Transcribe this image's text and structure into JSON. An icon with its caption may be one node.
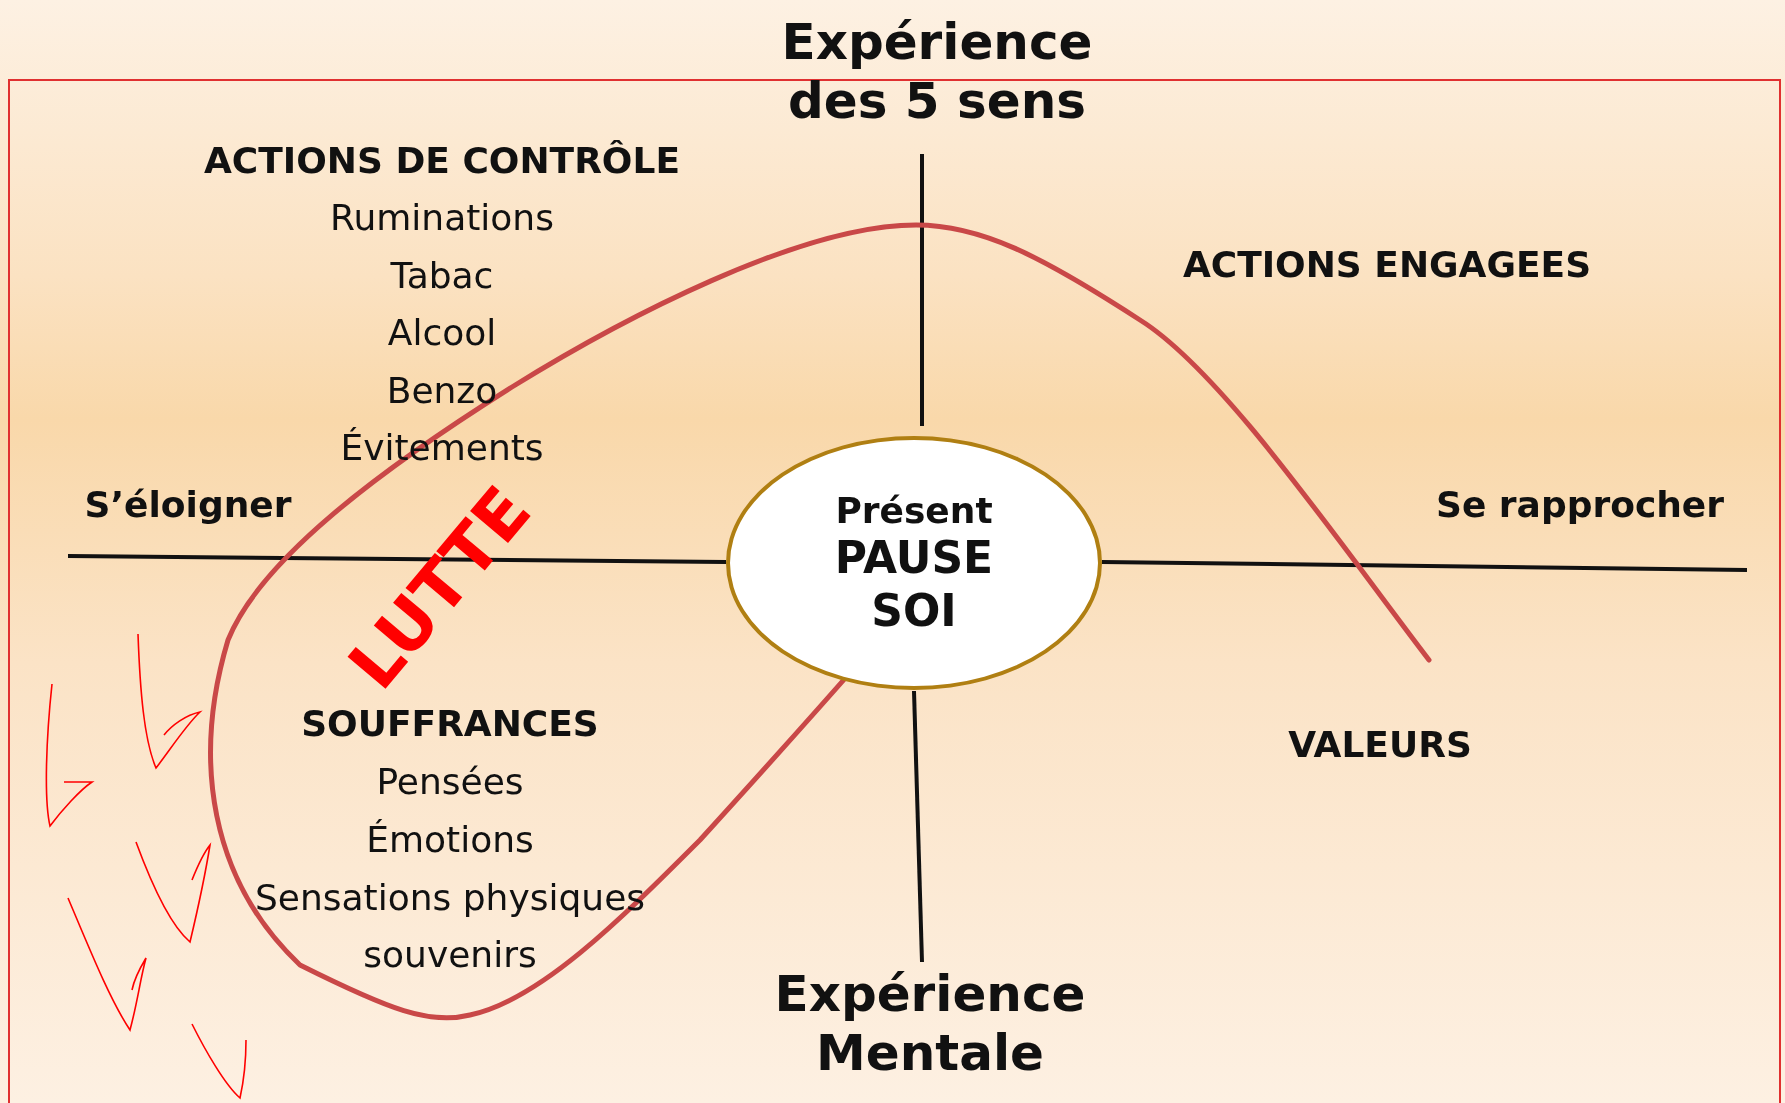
{
  "diagram": {
    "nodes": [
      {
        "text": [
          "Présent",
          "PAUSE",
          "SOI"
        ]
      }
    ],
    "labels": [
      "Expérience des 5 sens",
      "ACTIONS DE CONTRÔLE",
      "Ruminations",
      "Tabac",
      "Alcool",
      "Benzo",
      "Évitements",
      "ACTIONS ENGAGEES",
      "S’éloigner",
      "Se rapprocher",
      "LUTTE",
      "SOUFFRANCES",
      "Pensées",
      "Émotions",
      "Sensations physiques",
      "souvenirs",
      "VALEURS",
      "Expérience Mentale"
    ]
  }
}
